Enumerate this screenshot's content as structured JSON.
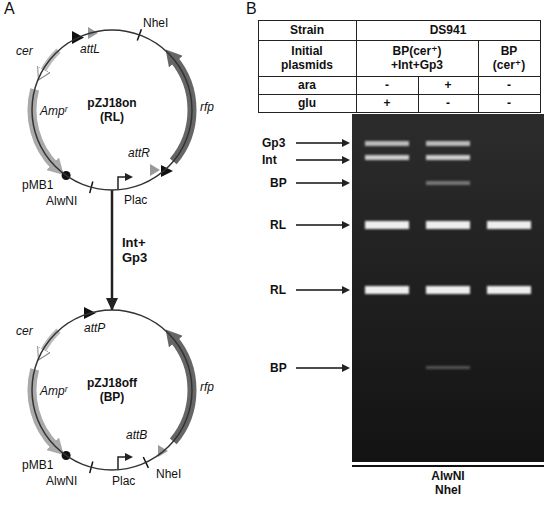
{
  "diagram": {
    "nodes": [
      {
        "text": [
          "pZJ18on (RL)"
        ]
      },
      {
        "text": [
          "pZJ18off (BP)"
        ]
      }
    ],
    "edges": [
      {
        "from": 0,
        "to": 1,
        "arrow": "to",
        "label": "Int+ Gp3"
      }
    ],
    "labels": [
      "A",
      "cer",
      "attL",
      "NheI",
      "rfp",
      "attR",
      "Ampʳ",
      "pMB1",
      "AlwNI",
      "Plac",
      "cer",
      "attP",
      "rfp",
      "Ampʳ",
      "attB",
      "NheI",
      "pMB1",
      "AlwNI",
      "Plac",
      "B",
      "Strain",
      "DS941",
      "Initial plasmids",
      "BP(cer⁺) +Int+Gp3",
      "BP (cer⁺)",
      "ara",
      "-",
      "+",
      "-",
      "glu",
      "+",
      "-",
      "-",
      "Gp3",
      "Int",
      "BP",
      "RL",
      "RL",
      "BP",
      "AlwNI NheI"
    ]
  }
}
